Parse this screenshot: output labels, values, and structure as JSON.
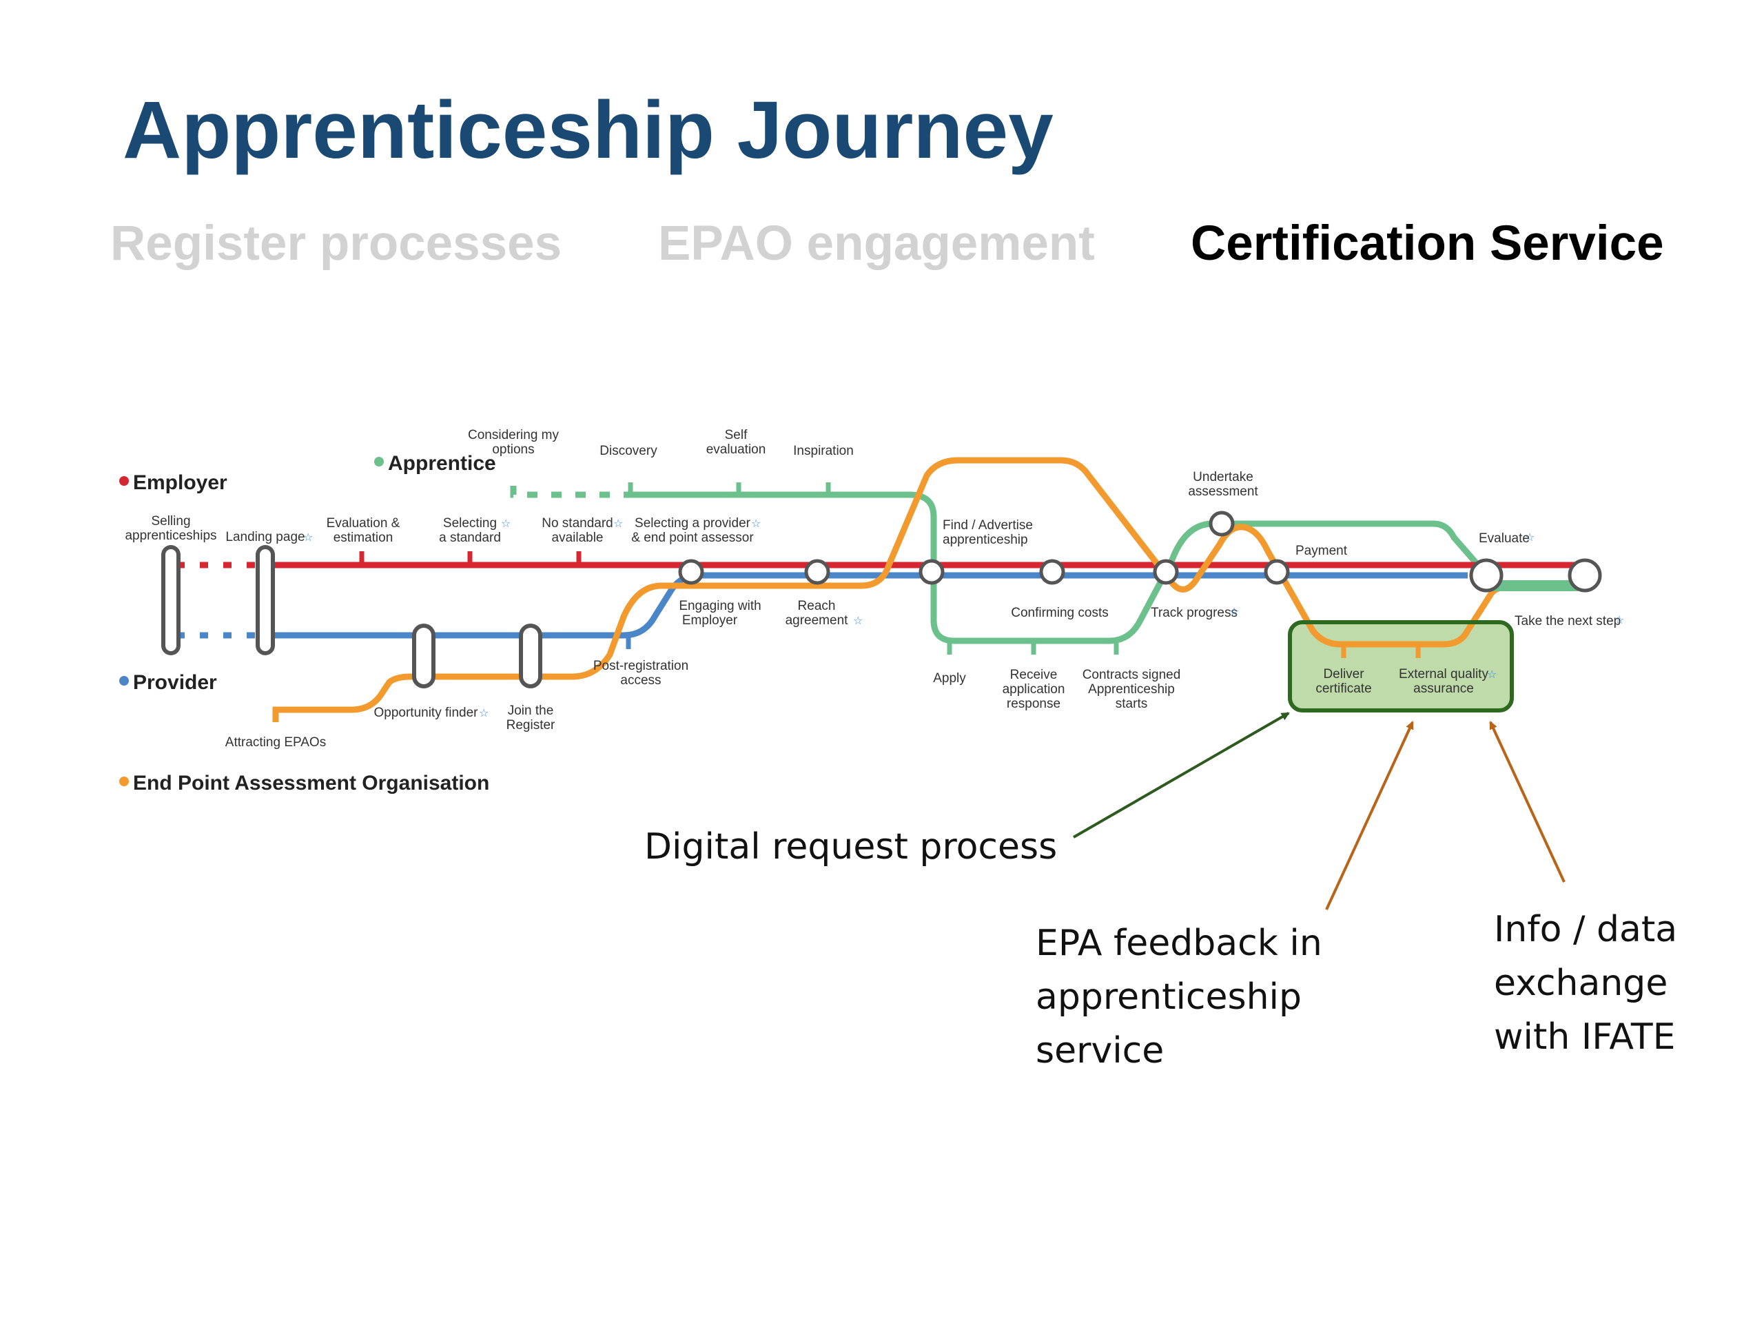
{
  "title": "Apprenticeship Journey",
  "tabs": [
    {
      "label": "Register processes",
      "state": "faded"
    },
    {
      "label": "EPAO engagement",
      "state": "faded"
    },
    {
      "label": "Certification Service",
      "state": "active"
    }
  ],
  "colors": {
    "title": "#1a4a73",
    "employer": "#d62631",
    "provider": "#4a86c8",
    "apprentice": "#6cc08b",
    "epao": "#f29a2e",
    "highlight_border": "#2d6a1f",
    "highlight_fill": "#a8cf8c",
    "arrow_green": "#2d5a1f",
    "arrow_orange": "#b8651a"
  },
  "legend": {
    "employer": "Employer",
    "apprentice": "Apprentice",
    "provider": "Provider",
    "epao": "End Point Assessment Organisation"
  },
  "stations": {
    "considering": [
      "Considering my",
      "options"
    ],
    "discovery": "Discovery",
    "self_eval": [
      "Self",
      "evaluation"
    ],
    "inspiration": "Inspiration",
    "selling": [
      "Selling",
      "apprenticeships"
    ],
    "landing": "Landing page",
    "eval_est": [
      "Evaluation &",
      "estimation"
    ],
    "selecting_standard": [
      "Selecting",
      "a standard"
    ],
    "no_standard": [
      "No standard",
      "available"
    ],
    "selecting_provider": [
      "Selecting a provider",
      "& end point assessor"
    ],
    "engaging": [
      "Engaging with",
      "Employer"
    ],
    "reach": [
      "Reach",
      "agreement"
    ],
    "find_advertise": [
      "Find / Advertise",
      "apprenticeship"
    ],
    "confirming": "Confirming costs",
    "track": "Track progress",
    "undertake": [
      "Undertake",
      "assessment"
    ],
    "payment": "Payment",
    "evaluate": "Evaluate",
    "take_next": "Take the next step",
    "apply": "Apply",
    "receive": [
      "Receive",
      "application",
      "response"
    ],
    "contracts": [
      "Contracts signed",
      "Apprenticeship",
      "starts"
    ],
    "deliver": [
      "Deliver",
      "certificate"
    ],
    "external_quality": [
      "External quality",
      "assurance"
    ],
    "post_reg": [
      "Post-registration",
      "access"
    ],
    "opportunity": "Opportunity finder",
    "join_register": [
      "Join the",
      "Register"
    ],
    "attracting": "Attracting EPAOs"
  },
  "callouts": {
    "digital": "Digital request process",
    "epa_feedback": [
      "EPA feedback in",
      "apprenticeship",
      "service"
    ],
    "info_exchange": [
      "Info / data",
      "exchange",
      "with IFATE"
    ]
  }
}
